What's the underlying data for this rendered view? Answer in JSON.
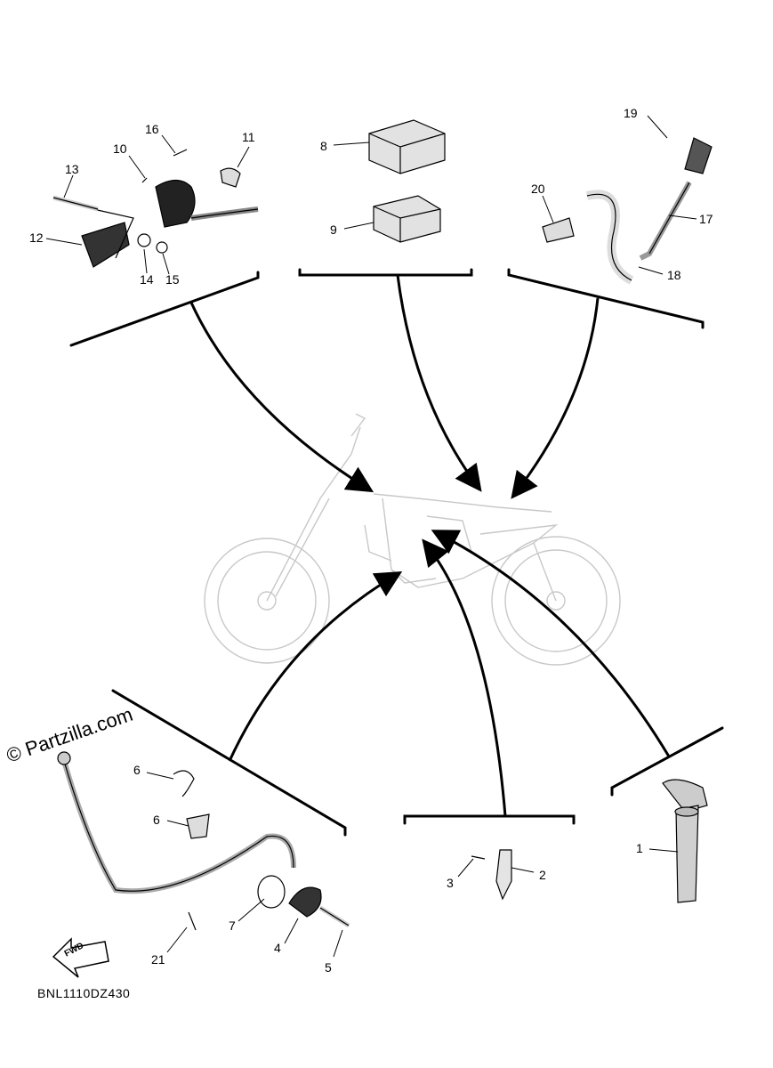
{
  "callouts": [
    {
      "num": "1"
    },
    {
      "num": "2"
    },
    {
      "num": "3"
    },
    {
      "num": "4"
    },
    {
      "num": "5"
    },
    {
      "num": "6"
    },
    {
      "num": "6"
    },
    {
      "num": "7"
    },
    {
      "num": "8"
    },
    {
      "num": "9"
    },
    {
      "num": "10"
    },
    {
      "num": "11"
    },
    {
      "num": "12"
    },
    {
      "num": "13"
    },
    {
      "num": "14"
    },
    {
      "num": "15"
    },
    {
      "num": "16"
    },
    {
      "num": "17"
    },
    {
      "num": "18"
    },
    {
      "num": "19"
    },
    {
      "num": "20"
    },
    {
      "num": "21"
    }
  ],
  "diagram_code": "BNL1110DZ430",
  "watermark": "© Partzilla.com",
  "fwd_label": "FWD"
}
